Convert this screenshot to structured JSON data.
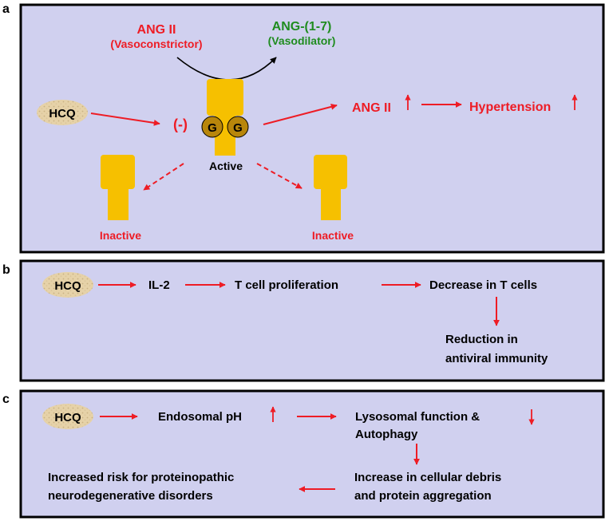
{
  "colors": {
    "panel_fill": "#d0d0ef",
    "panel_border": "#000000",
    "red": "#ee1c25",
    "green": "#1f8c1f",
    "receptor": "#f6c000",
    "g_protein": "#b8860b",
    "hcq_badge": "#e6d2a8",
    "text": "#000000"
  },
  "panel_a": {
    "label": "a",
    "ang2": "ANG II",
    "ang2_sub": "(Vasoconstrictor)",
    "ang17": "ANG-(1-7)",
    "ang17_sub": "(Vasodilator)",
    "hcq": "HCQ",
    "inhibit": "(-)",
    "g1": "G",
    "g2": "G",
    "active": "Active",
    "ang2_up": "ANG II",
    "hypertension": "Hypertension",
    "inactive_left": "Inactive",
    "inactive_right": "Inactive"
  },
  "panel_b": {
    "label": "b",
    "hcq": "HCQ",
    "il2": "IL-2",
    "tcell_prolif": "T cell proliferation",
    "decrease_t": "Decrease in T cells",
    "reduction_1": "Reduction in",
    "reduction_2": "antiviral immunity"
  },
  "panel_c": {
    "label": "c",
    "hcq": "HCQ",
    "endosomal": "Endosomal pH",
    "lysosomal_1": "Lysosomal function &",
    "lysosomal_2": "Autophagy",
    "increase_1": "Increase in cellular debris",
    "increase_2": "and protein aggregation",
    "risk_1": "Increased risk for proteinopathic",
    "risk_2": "neurodegenerative disorders"
  }
}
